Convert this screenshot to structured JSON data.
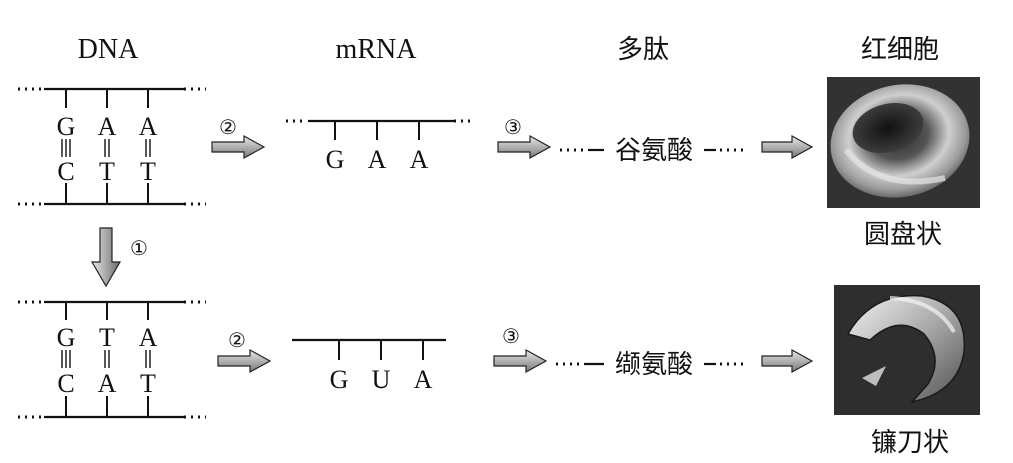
{
  "headers": {
    "dna": "DNA",
    "mrna": "mRNA",
    "peptide": "多肽",
    "cell": "红细胞"
  },
  "steps": {
    "mutation": "①",
    "transcription": "②",
    "translation": "③"
  },
  "normal": {
    "dna_top": [
      "G",
      "A",
      "A"
    ],
    "dna_bottom": [
      "C",
      "T",
      "T"
    ],
    "mrna": [
      "G",
      "A",
      "A"
    ],
    "amino_acid": "谷氨酸",
    "shape": "圆盘状"
  },
  "mutant": {
    "dna_top": [
      "G",
      "T",
      "A"
    ],
    "dna_bottom": [
      "C",
      "A",
      "T"
    ],
    "mrna": [
      "G",
      "U",
      "A"
    ],
    "amino_acid": "缬氨酸",
    "shape": "镰刀状"
  }
}
